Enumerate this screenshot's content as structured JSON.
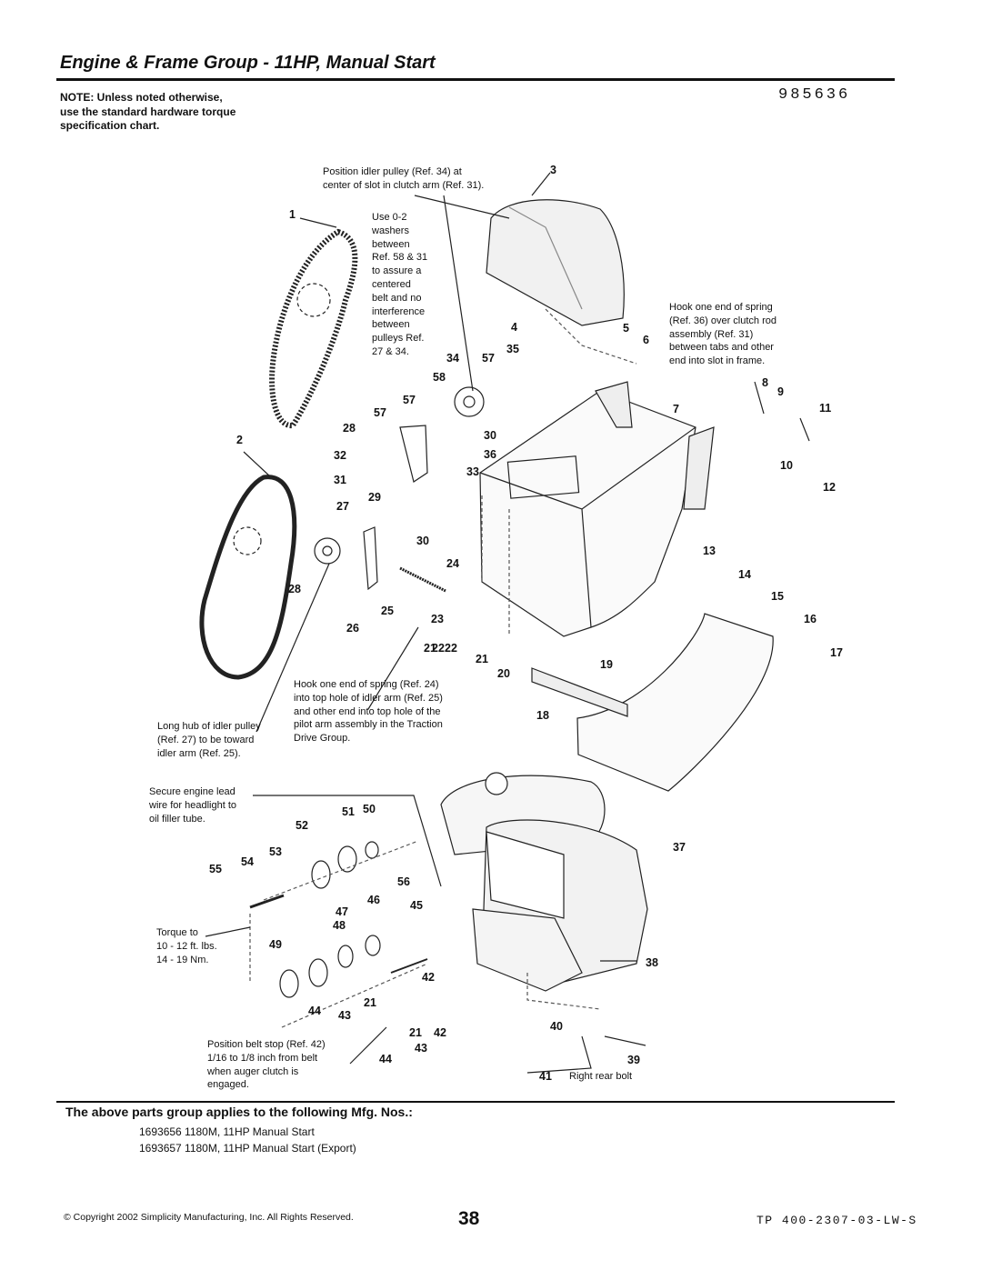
{
  "header": {
    "title": "Engine & Frame Group - 11HP, Manual Start",
    "doc_number": "985636",
    "note_line1": "NOTE: Unless noted otherwise,",
    "note_line2": "use the standard hardware torque",
    "note_line3": "specification chart."
  },
  "callouts": [
    {
      "id": "idler",
      "lines": [
        "Position idler pulley (Ref. 34) at",
        "center of slot in clutch arm (Ref. 31)."
      ]
    },
    {
      "id": "washers",
      "lines": [
        "Use 0-2",
        "washers",
        "between",
        "Ref. 58 & 31",
        "to assure a",
        "centered",
        "belt and no",
        "interference",
        "between",
        "pulleys Ref.",
        "27 & 34."
      ]
    },
    {
      "id": "spring36",
      "lines": [
        "Hook one end of spring",
        "(Ref. 36) over clutch rod",
        "assembly (Ref. 31)",
        "between tabs and other",
        "end into slot in frame."
      ]
    },
    {
      "id": "spring24",
      "lines": [
        "Hook one end of spring (Ref. 24)",
        "into top hole of idler arm (Ref. 25)",
        "and other end into top hole of the",
        "pilot arm assembly in the Traction",
        "Drive Group."
      ]
    },
    {
      "id": "longhub",
      "lines": [
        "Long hub of idler pulley",
        "(Ref. 27) to be toward",
        "idler arm (Ref. 25)."
      ]
    },
    {
      "id": "enginelead",
      "lines": [
        "Secure engine lead",
        "wire for headlight to",
        "oil filler tube."
      ]
    },
    {
      "id": "torque",
      "lines": [
        "Torque to",
        "10 - 12 ft. lbs.",
        "14 - 19 Nm."
      ]
    },
    {
      "id": "beltstop",
      "lines": [
        "Position belt stop (Ref. 42)",
        "1/16 to 1/8 inch from belt",
        "when auger clutch is",
        "engaged."
      ]
    },
    {
      "id": "rearbolt",
      "lines": [
        "Right rear bolt"
      ]
    }
  ],
  "ref_numbers": [
    "1",
    "2",
    "3",
    "4",
    "5",
    "6",
    "7",
    "8",
    "9",
    "10",
    "11",
    "12",
    "13",
    "14",
    "15",
    "16",
    "17",
    "18",
    "19",
    "20",
    "21",
    "22",
    "21",
    "23",
    "24",
    "25",
    "26",
    "27",
    "28",
    "29",
    "30",
    "31",
    "32",
    "33",
    "34",
    "35",
    "36",
    "57",
    "57",
    "57",
    "58",
    "28",
    "30",
    "50",
    "51",
    "52",
    "53",
    "54",
    "55",
    "56",
    "46",
    "45",
    "47",
    "48",
    "49",
    "42",
    "21",
    "44",
    "43",
    "21",
    "42",
    "43",
    "44",
    "37",
    "38",
    "40",
    "39",
    "41"
  ],
  "applies": {
    "heading": "The above parts group applies to the following Mfg. Nos.:",
    "items": [
      "1693656   1180M, 11HP Manual Start",
      "1693657   1180M, 11HP Manual Start (Export)"
    ]
  },
  "footer": {
    "copyright": "© Copyright 2002 Simplicity Manufacturing, Inc. All Rights Reserved.",
    "page_number": "38",
    "tp_number": "TP 400-2307-03-LW-S"
  }
}
